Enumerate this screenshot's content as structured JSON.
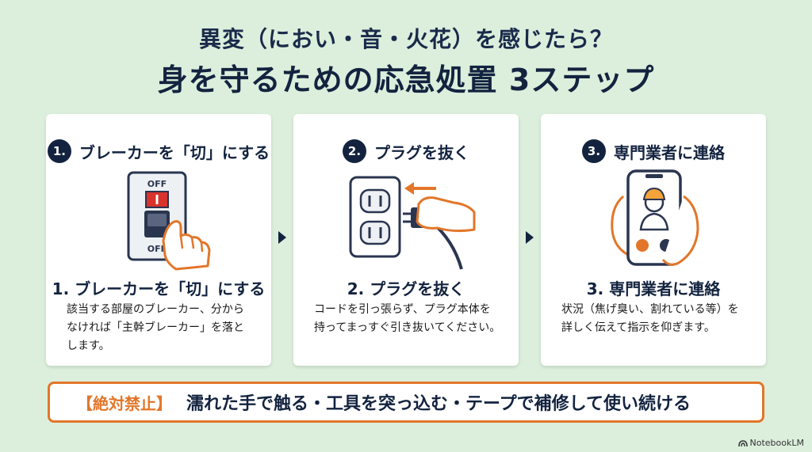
{
  "header": {
    "title_line1": "異変（におい・音・火花）を感じたら？",
    "title_line2": "身を守るための応急処置 3ステップ"
  },
  "steps": [
    {
      "number": "1.",
      "heading": "ブレーカーを「切」にする",
      "title": "1. ブレーカーを「切」にする",
      "description": "該当する部屋のブレーカー、分からなければ「主幹ブレーカー」を落とします。",
      "switch_top_label": "OFF",
      "switch_bottom_label": "OFF",
      "icon": "breaker-switch-icon"
    },
    {
      "number": "2.",
      "heading": "プラグを抜く",
      "title": "2. プラグを抜く",
      "description": "コードを引っ張らず、プラグ本体を持ってまっすぐ引き抜いてください。",
      "icon": "unplug-icon"
    },
    {
      "number": "3.",
      "heading": "専門業者に連絡",
      "title": "3. 専門業者に連絡",
      "description": "状況（焦げ臭い、割れている等）を詳しく伝えて指示を仰ぎます。",
      "icon": "phone-call-icon"
    }
  ],
  "banner": {
    "label": "【絶対禁止】",
    "text": "濡れた手で触る・工具を突っ込む・テープで補修して使い続ける"
  },
  "brand": {
    "name": "NotebookLM"
  },
  "colors": {
    "background": "#dcefdc",
    "navy": "#13233f",
    "accent_orange": "#e2762a",
    "switch_red": "#d9332b"
  }
}
